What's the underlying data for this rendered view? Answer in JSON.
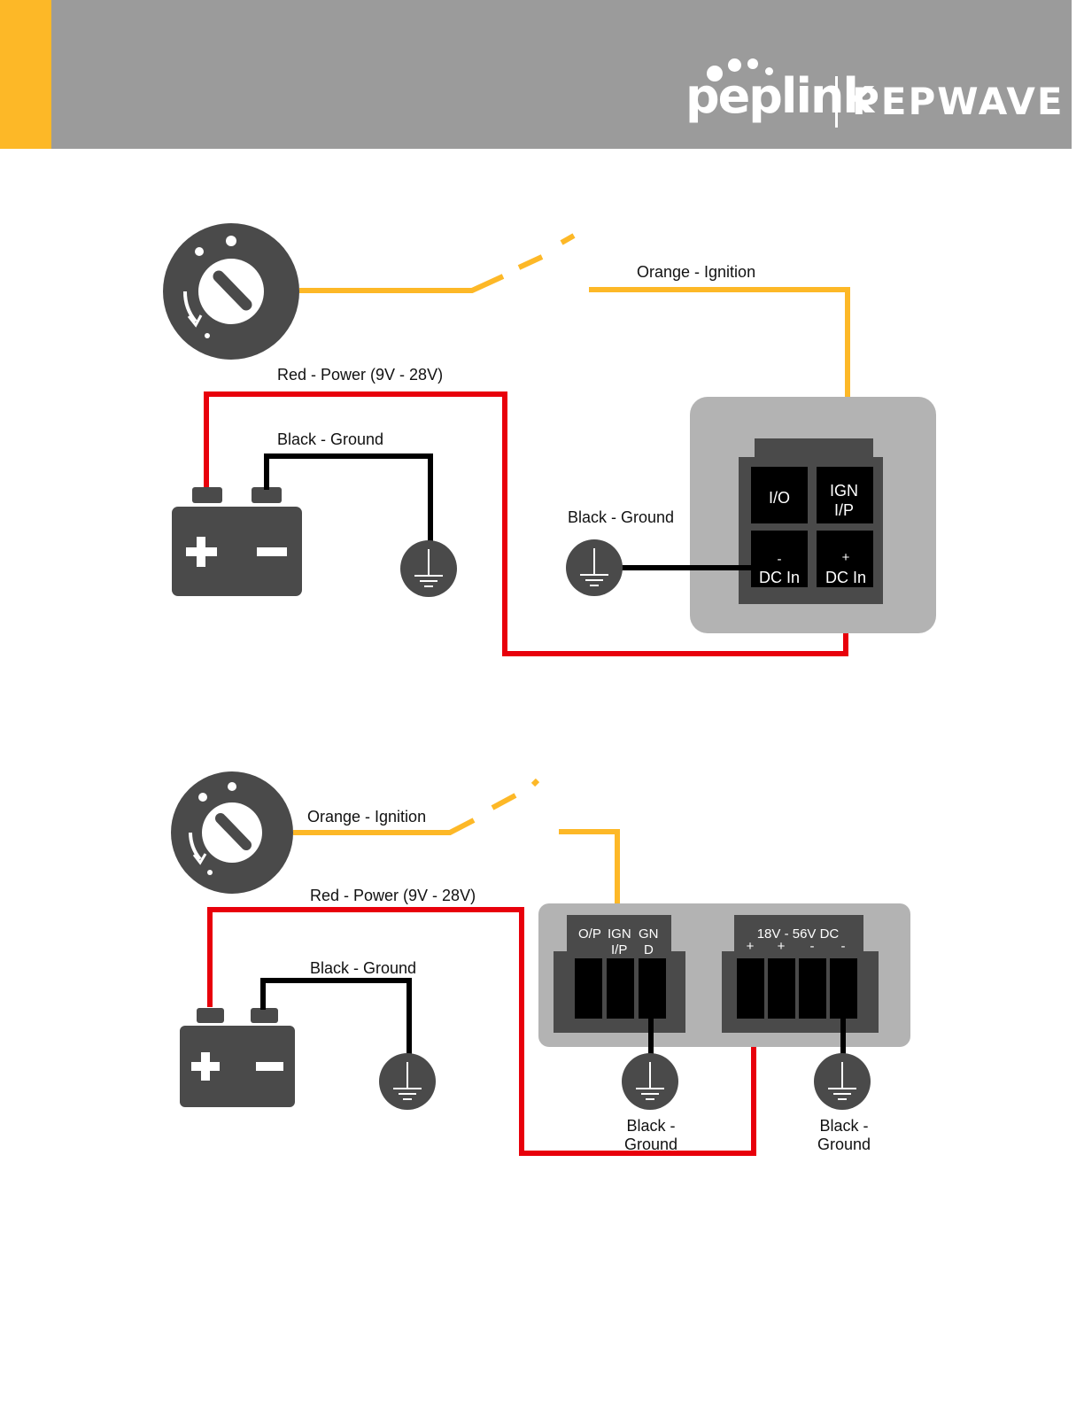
{
  "header": {
    "brand_primary": "peplink",
    "brand_secondary": "PEPWAVE",
    "header_color": "#9b9b9b",
    "accent_color": "#fdb827"
  },
  "colors": {
    "ignition_wire": "#fdb827",
    "power_wire": "#e8000b",
    "ground_wire": "#000000",
    "device_body": "#b3b3b3",
    "icon_dark": "#4a4a4a"
  },
  "diagram1": {
    "ignition_label": "Orange - Ignition",
    "power_label": "Red - Power (9V - 28V)",
    "battery_ground_label": "Black - Ground",
    "device_ground_label": "Black - Ground",
    "terminals": {
      "io": "I/O",
      "ign_line1": "IGN",
      "ign_line2": "I/P",
      "dc_minus_sign": "-",
      "dc_minus": "DC In",
      "dc_plus_sign": "+",
      "dc_plus": "DC In"
    }
  },
  "diagram2": {
    "ignition_label": "Orange - Ignition",
    "power_label": "Red - Power (9V - 28V)",
    "battery_ground_label": "Black - Ground",
    "left_block": {
      "op": "O/P",
      "ign": "IGN",
      "ip": "I/P",
      "gn": "GN",
      "d": "D"
    },
    "right_block": {
      "title": "18V - 56V DC",
      "signs": [
        "+",
        "+",
        "-",
        "-"
      ]
    },
    "ground_label_a_line1": "Black -",
    "ground_label_a_line2": "Ground",
    "ground_label_b_line1": "Black -",
    "ground_label_b_line2": "Ground"
  }
}
